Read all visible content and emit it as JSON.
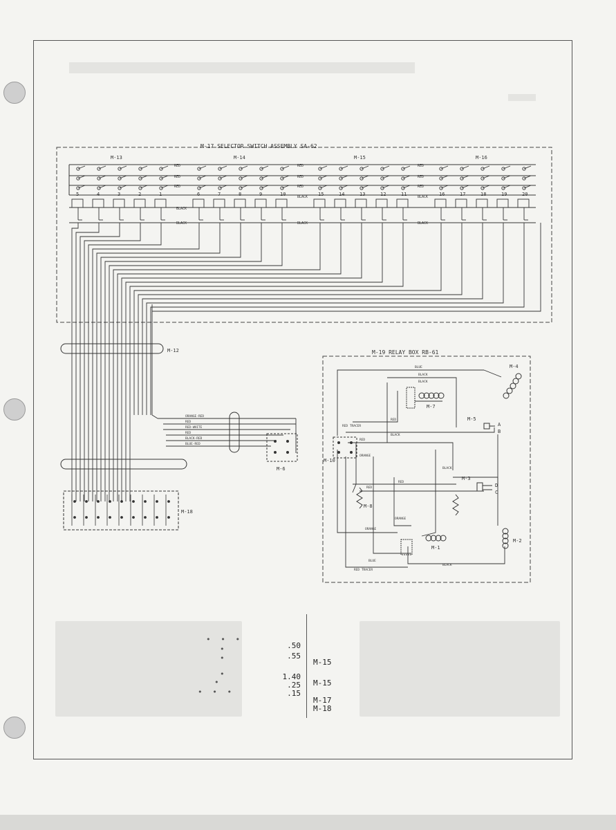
{
  "header": {
    "caption": "M-17 SELECTOR SWITCH ASSEMBLY SA-62",
    "relay_box_caption": "M-19 RELAY BOX RB-61"
  },
  "switch_groups": [
    "M-13",
    "M-14",
    "M-15",
    "M-16"
  ],
  "switch_numbers": [
    "5",
    "4",
    "3",
    "2",
    "1",
    "6",
    "7",
    "8",
    "9",
    "10",
    "15",
    "14",
    "13",
    "12",
    "11",
    "16",
    "17",
    "18",
    "19",
    "20"
  ],
  "wire_labels_top": [
    "RED",
    "RED",
    "RED",
    "RED",
    "RED",
    "RED",
    "RED",
    "RED",
    "RED"
  ],
  "wire_labels_black": [
    "BLACK",
    "BLACK",
    "BLACK",
    "BLACK",
    "BLACK",
    "BLACK"
  ],
  "cable_labels": {
    "m12": "M-12",
    "m18": "M-18",
    "m6": "M-6",
    "m10": "M-10"
  },
  "m12_wires": [
    "ORANGE-RED",
    "RED",
    "RED-WHITE",
    "RED",
    "BLACK-RED",
    "BLUE-RED"
  ],
  "relay": {
    "m4": "M-4",
    "m7": "M-7",
    "m5": "M-5",
    "m3": "M-3",
    "m8": "M-8",
    "m1": "M-1",
    "m2": "M-2",
    "wires": [
      "BLUE",
      "BLACK",
      "BLACK",
      "RED",
      "BLACK",
      "RED TRACER",
      "RED",
      "ORANGE",
      "RED",
      "BLACK",
      "RED",
      "ORANGE",
      "ORANGE",
      "BLUE",
      "BLACK",
      "RED TRACER"
    ],
    "terminals": [
      "A",
      "B",
      "D",
      "C"
    ]
  },
  "parts_values": [
    ".50",
    ".55",
    "",
    "1.40",
    ".25",
    ".15"
  ],
  "parts_refs": [
    "M-15",
    "",
    "M-15",
    "",
    "M-17",
    "M-18"
  ]
}
